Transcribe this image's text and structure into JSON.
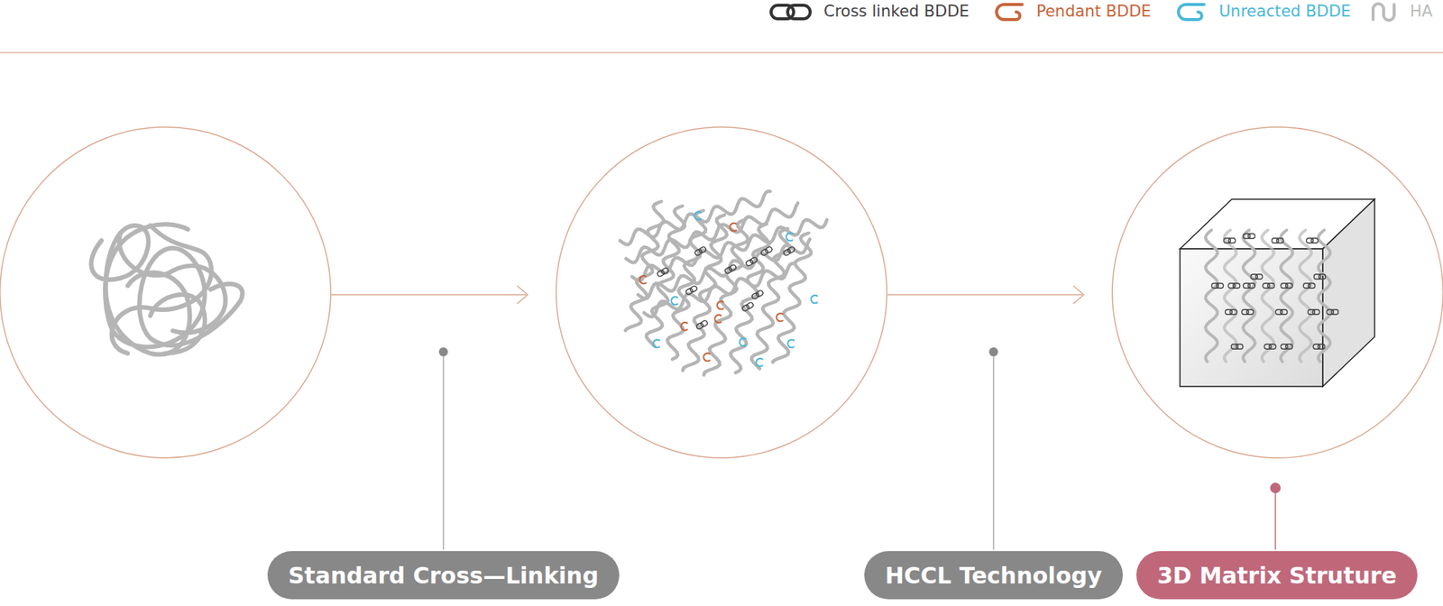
{
  "diagram": {
    "nodes": [
      {
        "text": [
          "Standard Cross—Linking"
        ]
      },
      {
        "text": [
          "HCCL Technology"
        ]
      },
      {
        "text": [
          "3D Matrix Struture"
        ]
      }
    ],
    "legend": [
      {
        "text": "Cross linked BDDE"
      },
      {
        "text": "Pendant BDDE"
      },
      {
        "text": "Unreacted BDDE"
      },
      {
        "text": "HA"
      }
    ]
  }
}
